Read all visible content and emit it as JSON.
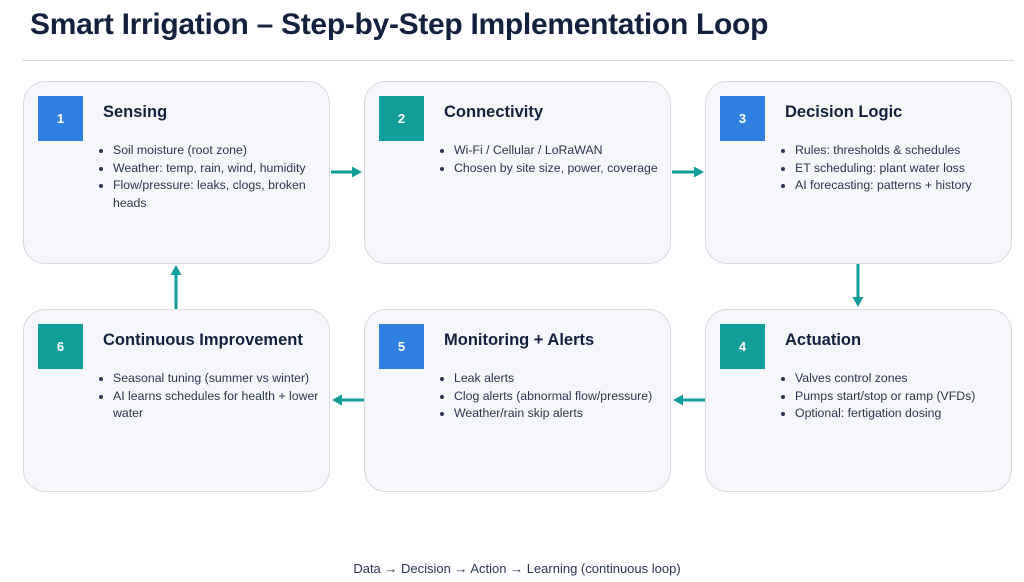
{
  "title": "Smart Irrigation – Step-by-Step Implementation Loop",
  "footer": "Data → Decision → Action → Learning (continuous loop)",
  "colors": {
    "blue": "#2f7fe0",
    "teal": "#119e9a",
    "arrow": "#119e9a",
    "card_bg": "#f5f7fa",
    "card_border": "#d6dae1"
  },
  "steps": [
    {
      "number": "1",
      "title": "Sensing",
      "color": "#2f7fe0",
      "bullets": [
        "Soil moisture (root zone)",
        "Weather: temp, rain, wind, humidity",
        "Flow/pressure: leaks, clogs, broken heads"
      ]
    },
    {
      "number": "2",
      "title": "Connectivity",
      "color": "#119e9a",
      "bullets": [
        "Wi-Fi / Cellular / LoRaWAN",
        "Chosen by site size, power, coverage"
      ]
    },
    {
      "number": "3",
      "title": "Decision Logic",
      "color": "#2f7fe0",
      "bullets": [
        "Rules: thresholds & schedules",
        "ET scheduling: plant water loss",
        "AI forecasting: patterns + history"
      ]
    },
    {
      "number": "4",
      "title": "Actuation",
      "color": "#119e9a",
      "bullets": [
        "Valves control zones",
        "Pumps start/stop or ramp (VFDs)",
        "Optional: fertigation dosing"
      ]
    },
    {
      "number": "5",
      "title": "Monitoring + Alerts",
      "color": "#2f7fe0",
      "bullets": [
        "Leak alerts",
        "Clog alerts (abnormal flow/pressure)",
        "Weather/rain skip alerts"
      ]
    },
    {
      "number": "6",
      "title": "Continuous Improvement",
      "color": "#119e9a",
      "bullets": [
        "Seasonal tuning (summer vs winter)",
        "AI learns schedules for health + lower water"
      ]
    }
  ]
}
